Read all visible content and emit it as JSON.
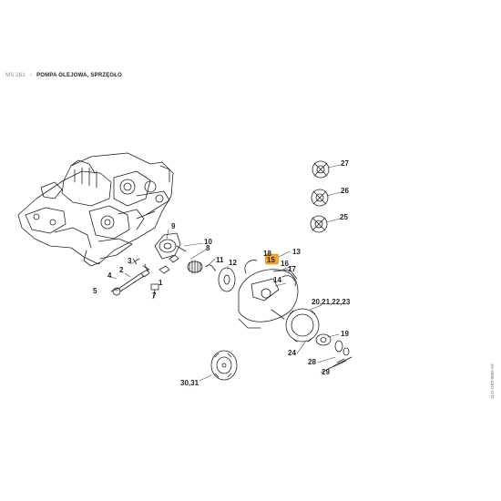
{
  "breadcrumb": {
    "parent": "MS 261",
    "separator": "›",
    "current": "POMPA OLEJOWA, SPRZĘGŁO"
  },
  "diagram": {
    "highlight_color": "#f5a623",
    "highlighted_part": "15",
    "part_labels": [
      "27",
      "26",
      "25",
      "9",
      "10",
      "8",
      "11",
      "3",
      "12",
      "2",
      "4",
      "5",
      "1",
      "7",
      "18",
      "13",
      "15",
      "16",
      "17",
      "14",
      "20,21,22,23",
      "19",
      "24",
      "28",
      "29",
      "30,31"
    ],
    "drawing_id": "1141-GET-0002-A5"
  }
}
